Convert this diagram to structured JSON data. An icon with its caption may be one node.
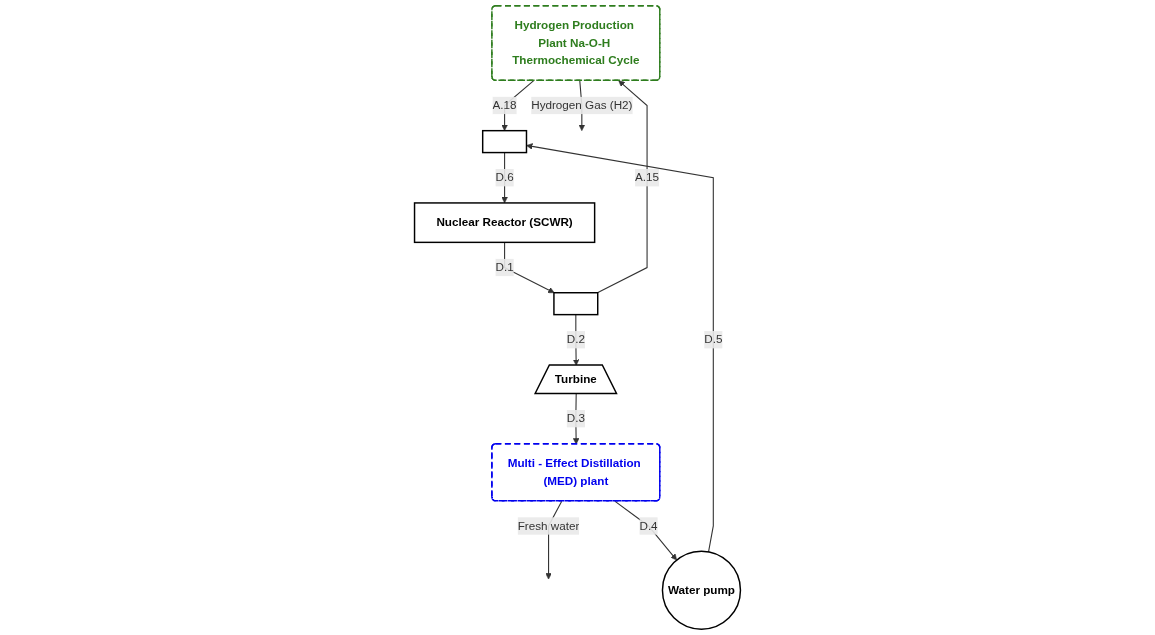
{
  "diagram": {
    "nodes": [
      {
        "text": [
          "Hydrogen Production Plant Na-O-H Thermochemical Cycle"
        ]
      },
      {
        "text": [],
        "shape": "box"
      },
      {
        "text": [
          "Turbine"
        ]
      },
      {
        "text": [
          "Nuclear Reactor (SCWR)"
        ]
      },
      {
        "text": [
          "Multi - Effect Distillation (MED) plant"
        ]
      },
      {
        "text": [],
        "shape": "box"
      },
      {
        "text": [
          "Water pump"
        ]
      }
    ],
    "edges": [
      {
        "from": 0,
        "to": null,
        "arrow": "to",
        "label": "Hydrogen Gas (H2)"
      },
      {
        "from": 0,
        "to": 5,
        "arrow": "to",
        "label": "A.18"
      },
      {
        "from": 1,
        "to": 0,
        "arrow": "to",
        "label": "A.15"
      },
      {
        "from": 3,
        "to": 1,
        "arrow": "to",
        "label": "D.1"
      },
      {
        "from": 1,
        "to": 2,
        "arrow": "to",
        "label": "D.2"
      },
      {
        "from": 2,
        "to": 4,
        "arrow": "to",
        "label": "D.3"
      },
      {
        "from": 4,
        "to": null,
        "arrow": "to",
        "label": "Fresh water"
      },
      {
        "from": 4,
        "to": 6,
        "arrow": "to",
        "label": "D.4"
      },
      {
        "from": 6,
        "to": 5,
        "arrow": "to",
        "label": "D.5"
      },
      {
        "from": 5,
        "to": 3,
        "arrow": "to",
        "label": "D.6"
      }
    ]
  }
}
